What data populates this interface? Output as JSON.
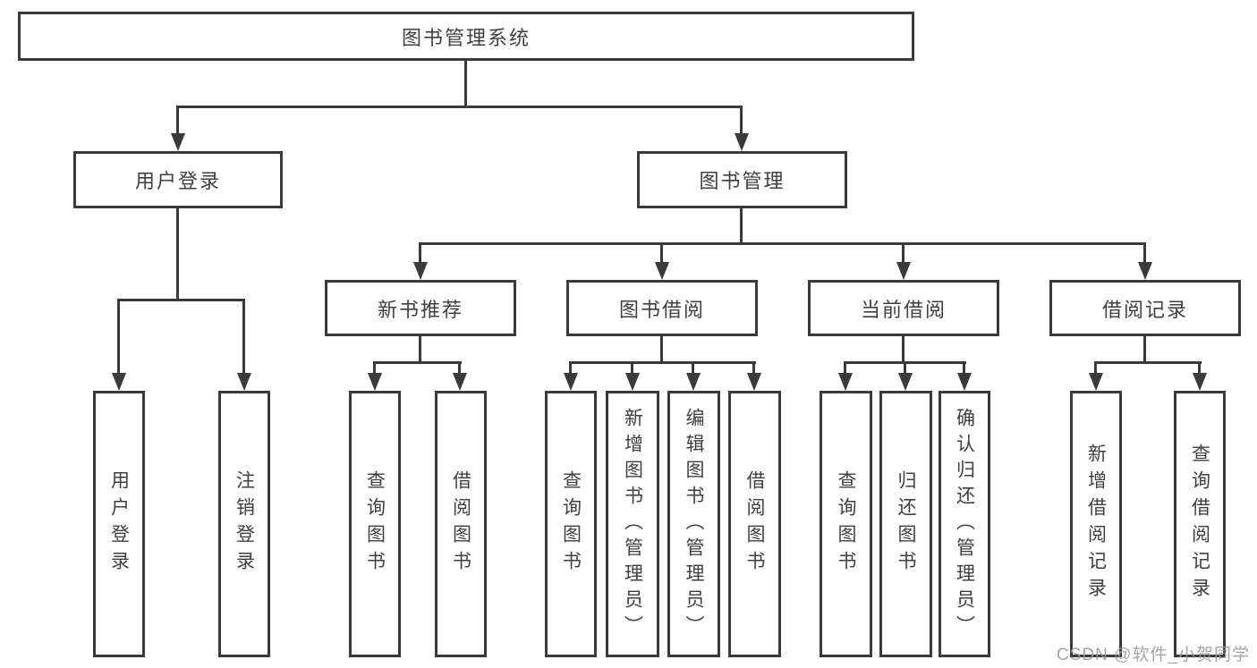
{
  "diagram": {
    "root": "图书管理系统",
    "branches": {
      "user_login": {
        "label": "用户登录",
        "children": [
          "用户登录",
          "注销登录"
        ]
      },
      "book_mgmt": {
        "label": "图书管理",
        "sections": {
          "new_book": {
            "label": "新书推荐",
            "children": [
              "查询图书",
              "借阅图书"
            ]
          },
          "book_borrow": {
            "label": "图书借阅",
            "children": [
              "查询图书",
              "新增图书（管理员）",
              "编辑图书（管理员）",
              "借阅图书"
            ]
          },
          "current_borrow": {
            "label": "当前借阅",
            "children": [
              "查询图书",
              "归还图书",
              "确认归还（管理员）"
            ]
          },
          "borrow_record": {
            "label": "借阅记录",
            "children": [
              "新增借阅记录",
              "查询借阅记录"
            ]
          }
        }
      }
    }
  },
  "watermark": "CSDN @软件_小贺同学",
  "colors": {
    "line": "#3a3a3a",
    "text": "#3f3f3f",
    "watermark": "#9a9a9a"
  }
}
